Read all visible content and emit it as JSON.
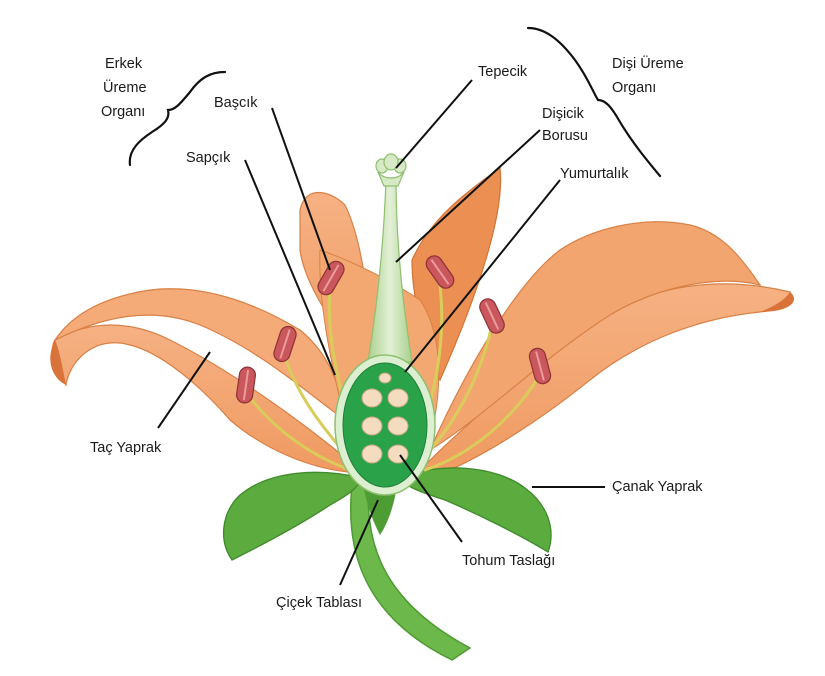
{
  "labels": {
    "erkek_1": "Erkek",
    "erkek_2": "Üreme",
    "erkek_3": "Organı",
    "disi_1": "Dişi Üreme",
    "disi_2": "Organı",
    "bascik": "Başcık",
    "sapcik": "Sapçık",
    "tepecik": "Tepecik",
    "disicik_1": "Dişicik",
    "disicik_2": "Borusu",
    "yumurtalik": "Yumurtalık",
    "tac_yaprak": "Taç Yaprak",
    "canak_yaprak": "Çanak Yaprak",
    "tohum_taslagi": "Tohum Taslağı",
    "cicek_tablasi": "Çiçek Tablası"
  },
  "colors": {
    "petal": "#f1a26e",
    "petal_dark": "#e07e3e",
    "sepal": "#5bab3f",
    "stem": "#6db84a",
    "ovary": "#2aa24a",
    "ovule": "#f3dcc0",
    "anther": "#c9575b",
    "filament": "#d9cc5a",
    "style": "#c8e0b4"
  }
}
